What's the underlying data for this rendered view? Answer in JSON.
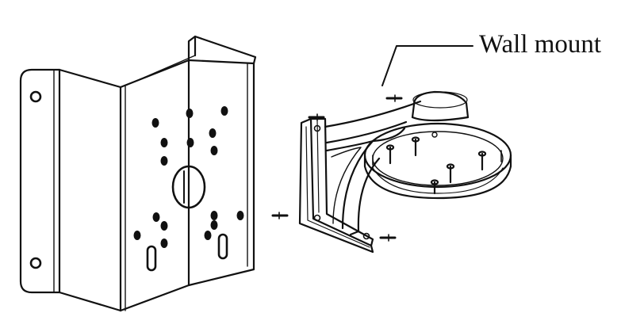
{
  "labels": {
    "wall_mount": "Wall mount"
  },
  "colors": {
    "line": "#111111",
    "fill": "#ffffff"
  },
  "parts": {
    "corner_mount": "corner-mount-bracket",
    "wall_mount": "wall-mount-bracket",
    "screws": "mounting-screws"
  }
}
